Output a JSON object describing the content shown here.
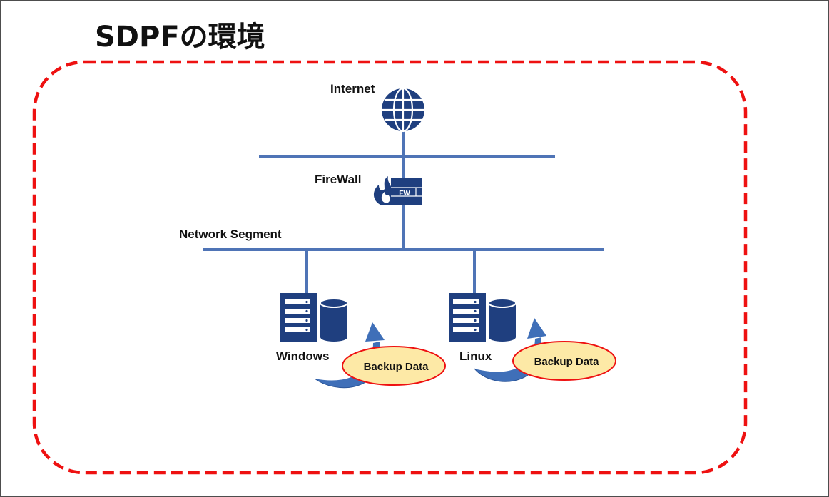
{
  "title": "SDPFの環境",
  "labels": {
    "internet": "Internet",
    "firewall": "FireWall",
    "network_segment": "Network Segment",
    "windows": "Windows",
    "linux": "Linux"
  },
  "firewall_icon_text": "FW",
  "backup_bubbles": [
    "Backup Data",
    "Backup Data"
  ],
  "colors": {
    "boundary": "#ee1111",
    "network_line": "#4f74b6",
    "icon_blue": "#1f3f7f",
    "arrow_blue": "#3f6fb8",
    "bubble_fill": "#fde9a6",
    "bubble_stroke": "#ee1111"
  },
  "icons": [
    "globe-icon",
    "firewall-icon",
    "server-icon",
    "database-icon",
    "backup-arrow-icon"
  ]
}
